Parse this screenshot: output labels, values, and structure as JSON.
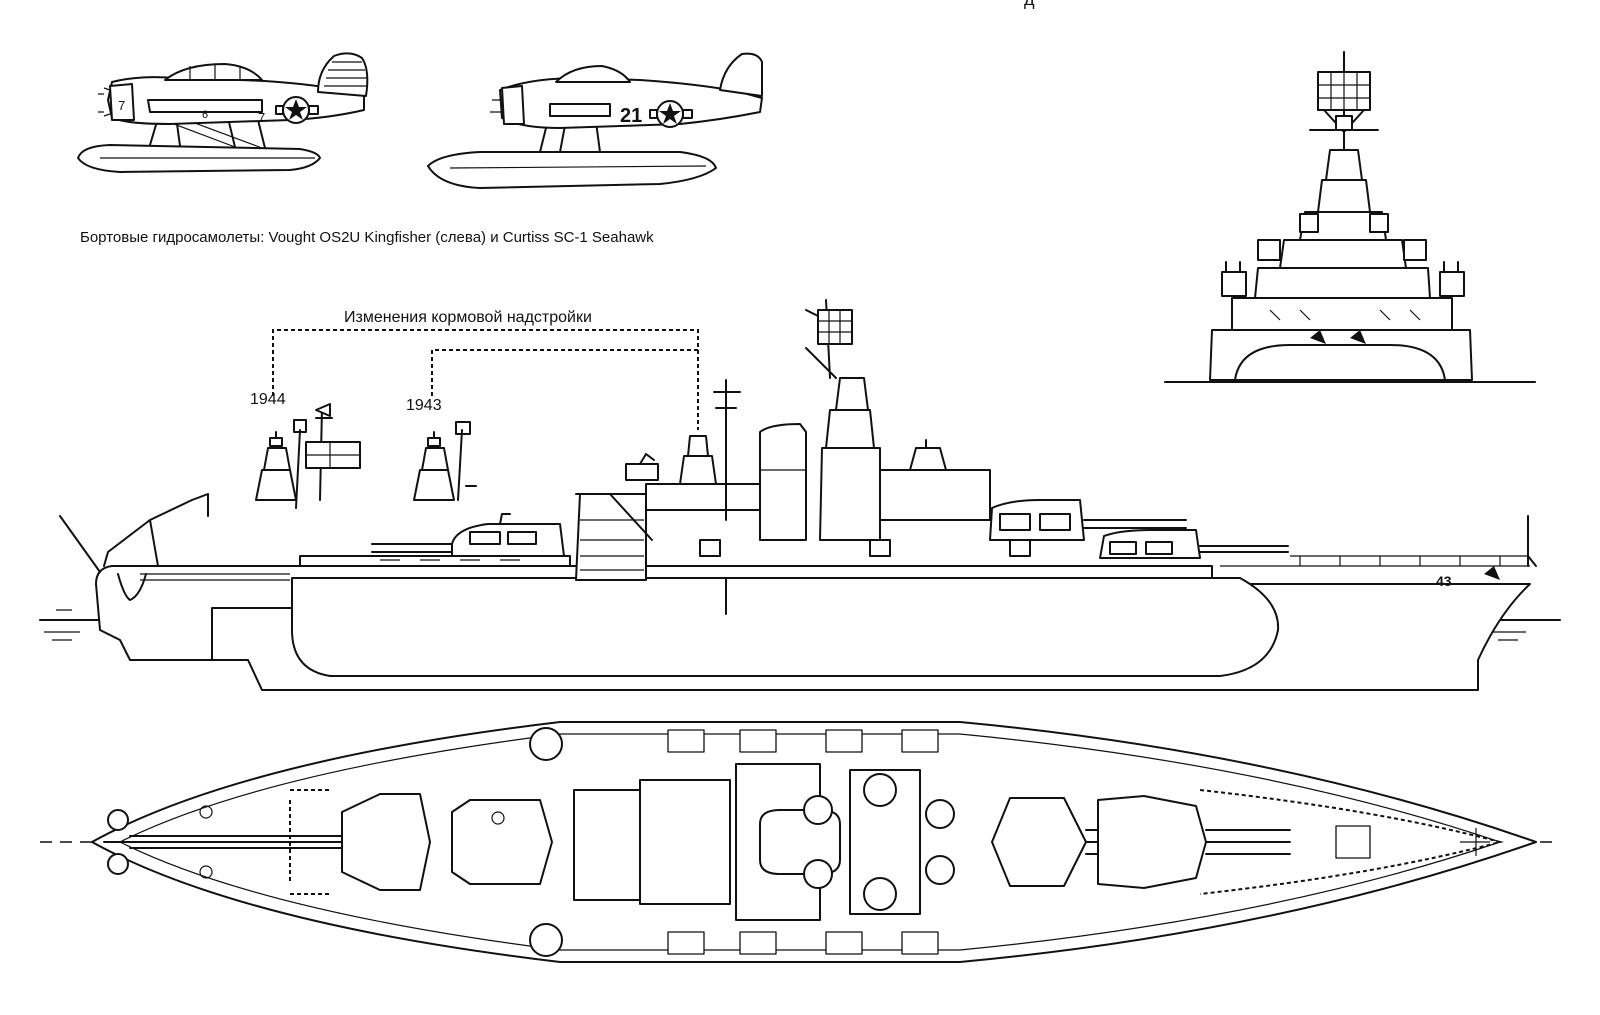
{
  "caption_aircraft": "Бортовые гидросамолеты: Vought OS2U Kingfisher (слева) и Curtiss SC-1 Seahawk",
  "caption_superstructure": "Изменения кормовой надстройки",
  "variant_left_year": "1944",
  "variant_right_year": "1943",
  "hull_number": "43",
  "aircraft_left_markings": [
    "7",
    "6",
    "7"
  ],
  "aircraft_right_marking": "21",
  "top_cropped_glyph": "д"
}
